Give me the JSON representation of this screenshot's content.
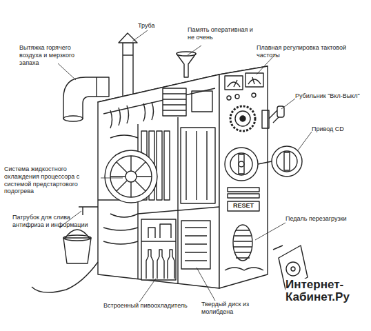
{
  "diagram": {
    "labels": [
      "Труба",
      "Память оперативная и не очень",
      "Вытяжка горячего воздуха и мерзкого запаха",
      "Плавная регулировка тактовой частоты",
      "Рубильник \"Вкл-Выкл\"",
      "Привод CD",
      "Система жидкостного охлаждения процессора с системой предстартового подогрева",
      "Патрубок для слива антифриза и информации",
      "RESET",
      "Педаль перезагрузки",
      "Встроенный пивоохладитель",
      "Твердый диск из молибдена",
      "Интернет- Кабинет.Ру"
    ]
  }
}
